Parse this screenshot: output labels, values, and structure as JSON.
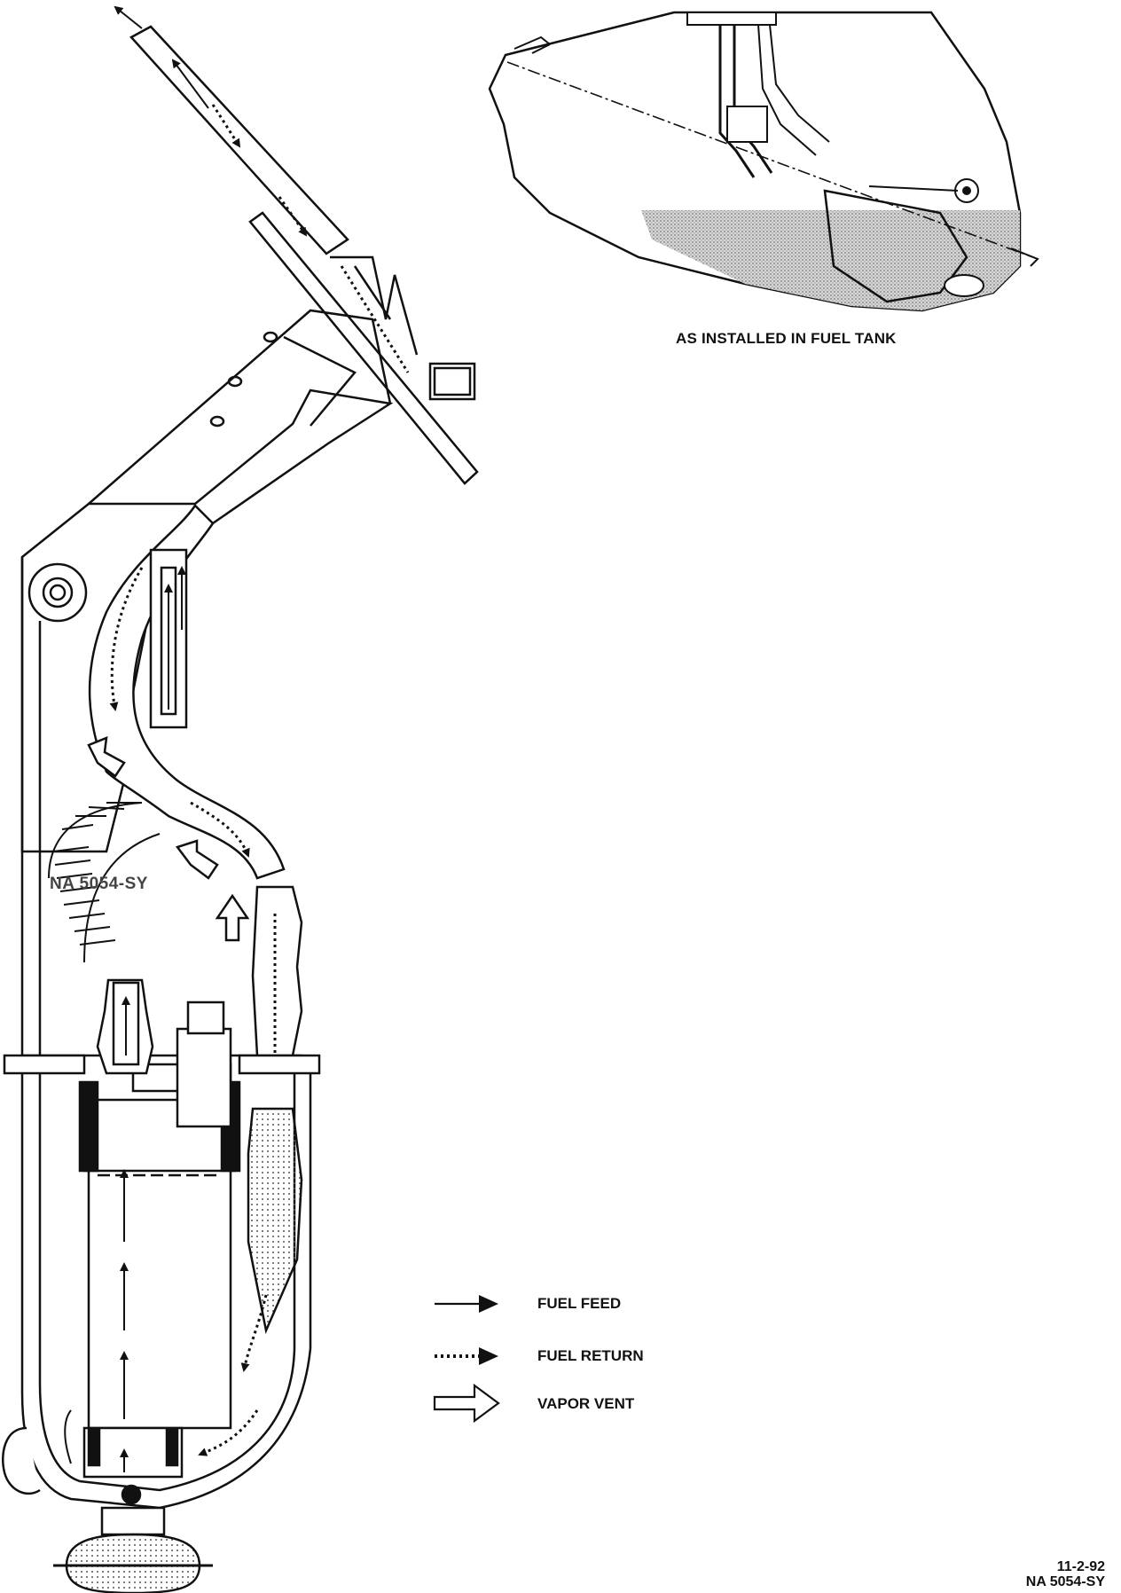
{
  "diagram": {
    "inset_caption": "AS INSTALLED IN FUEL TANK",
    "overlay_id": "NA 5054-SY",
    "legend": [
      {
        "key": "feed",
        "label": "FUEL FEED",
        "style": "solid-arrow"
      },
      {
        "key": "return",
        "label": "FUEL RETURN",
        "style": "dotted-arrow"
      },
      {
        "key": "vent",
        "label": "VAPOR VENT",
        "style": "hollow-arrow"
      }
    ],
    "date_stamp": "11-2-92",
    "figure_id": "NA 5054-SY"
  },
  "colors": {
    "line": "#111111",
    "fuel_shade": "#b8b8b8",
    "dot_fill": "#cfcfcf"
  }
}
